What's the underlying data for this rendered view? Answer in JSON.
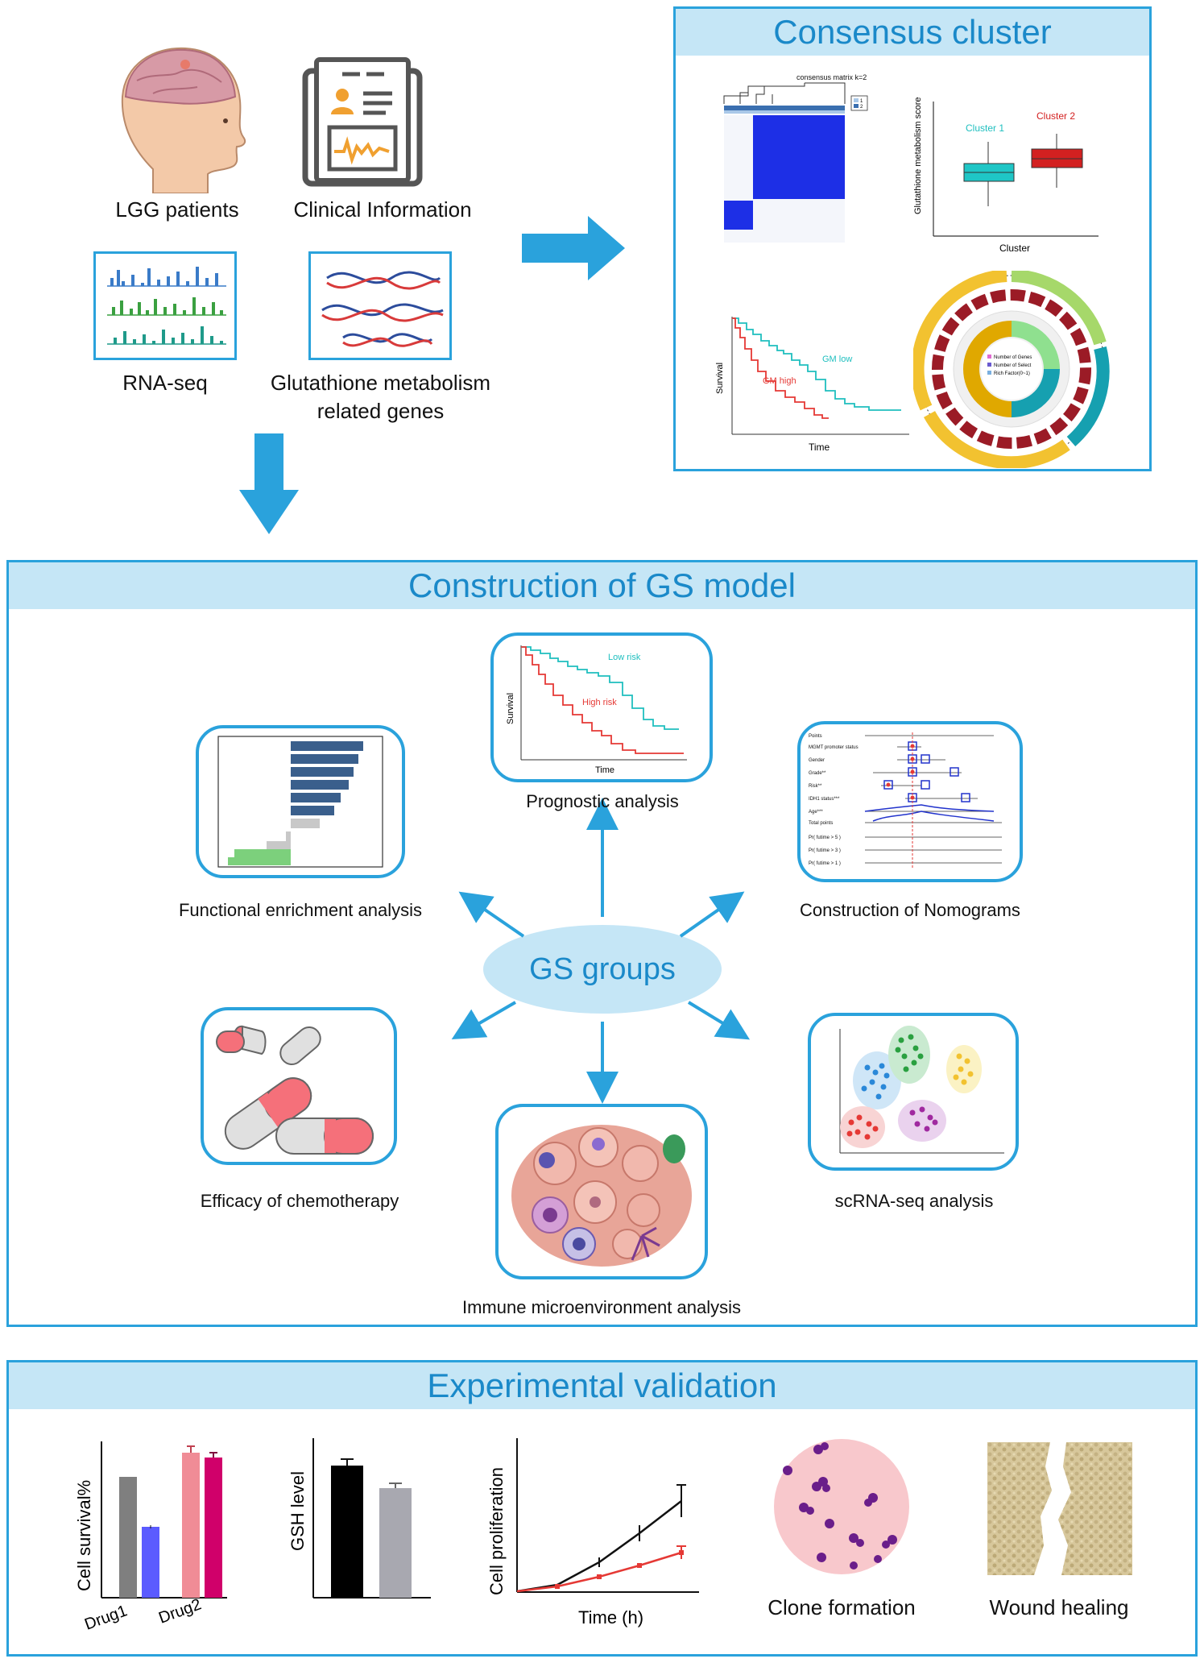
{
  "inputs": {
    "lgg_patients": "LGG patients",
    "clinical_info": "Clinical Information",
    "rnaseq": "RNA-seq",
    "gsh_genes_line1": "Glutathione metabolism",
    "gsh_genes_line2": "related genes"
  },
  "consensus": {
    "title": "Consensus cluster",
    "matrix_title": "consensus matrix k=2",
    "legend_1": "1",
    "legend_2": "2",
    "cluster1": "Cluster 1",
    "cluster2": "Cluster 2",
    "boxplot_ylabel": "Glutathione metabolism score",
    "boxplot_xlabel": "Cluster",
    "km_ylabel": "Survival",
    "km_xlabel": "Time",
    "km_low": "GM low",
    "km_high": "GM high",
    "circ_legend_1": "Number of Genes",
    "circ_legend_2": "Number of Select",
    "circ_legend_3": "Rich Factor(0~1)"
  },
  "model": {
    "title": "Construction of  GS model",
    "center": "GS groups",
    "prognostic": "Prognostic analysis",
    "functional": "Functional enrichment analysis",
    "nomogram": "Construction of Nomograms",
    "chemo": "Efficacy of chemotherapy",
    "scrna": "scRNA-seq analysis",
    "immune": "Immune microenvironment analysis",
    "km_low": "Low risk",
    "km_high": "High risk",
    "km_y": "Survival",
    "km_x": "Time",
    "nomo_rows": [
      "Points",
      "MGMT promoter status",
      "Gender",
      "Grade**",
      "Risk**",
      "IDH1 status***",
      "Age***",
      "Total points",
      "Pr( futime > 5 )",
      "Pr( futime > 3 )",
      "Pr( futime > 1 )"
    ]
  },
  "validation": {
    "title": "Experimental validation",
    "cell_survival": "Cell survival%",
    "drug1": "Drug1",
    "drug2": "Drug2",
    "gsh_level": "GSH level",
    "cell_prolif": "Cell proliferation",
    "time_h": "Time (h)",
    "clone": "Clone formation",
    "wound": "Wound healing"
  },
  "colors": {
    "accent": "#2aa2dc",
    "header_bg": "#c5e6f6",
    "title_text": "#1a89c9",
    "ellipse": "#c5e6f6",
    "teal": "#1fbfbf",
    "red": "#e53935"
  }
}
